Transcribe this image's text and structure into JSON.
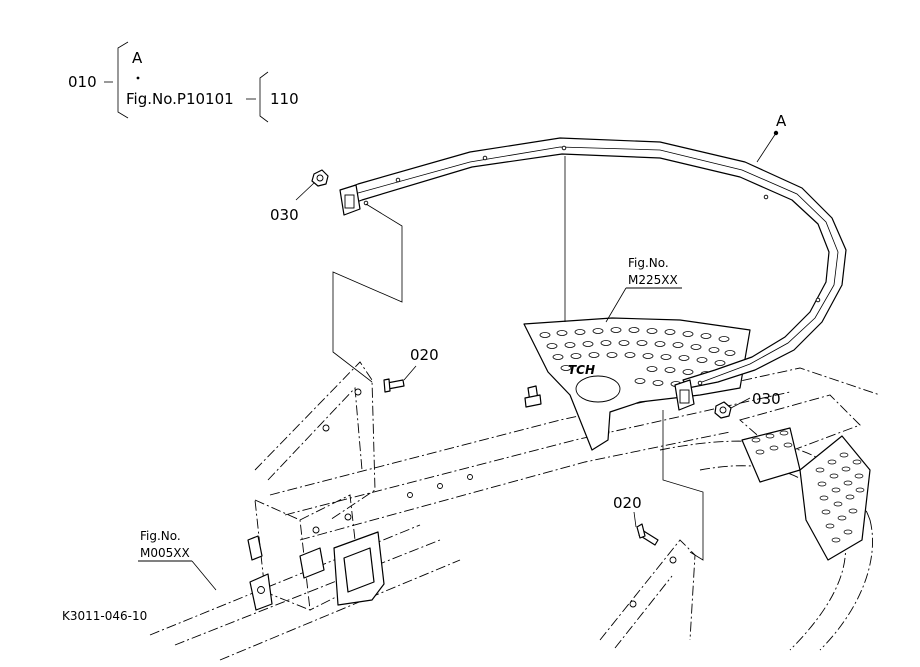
{
  "legend": {
    "left_code": "010",
    "variant": "A",
    "fig_ref": "Fig.No.P10101",
    "right_code": "110"
  },
  "callouts": {
    "frame_label": "A",
    "nut_top": "030",
    "nut_right": "030",
    "bolt_top": "020",
    "bolt_bottom": "020"
  },
  "references": {
    "guard_prefix": "Fig.No.",
    "guard_code": "M225XX",
    "frame_prefix": "Fig.No.",
    "frame_code": "M005XX"
  },
  "guard_logo": "TCH",
  "drawing_number": "K3011-046-10"
}
